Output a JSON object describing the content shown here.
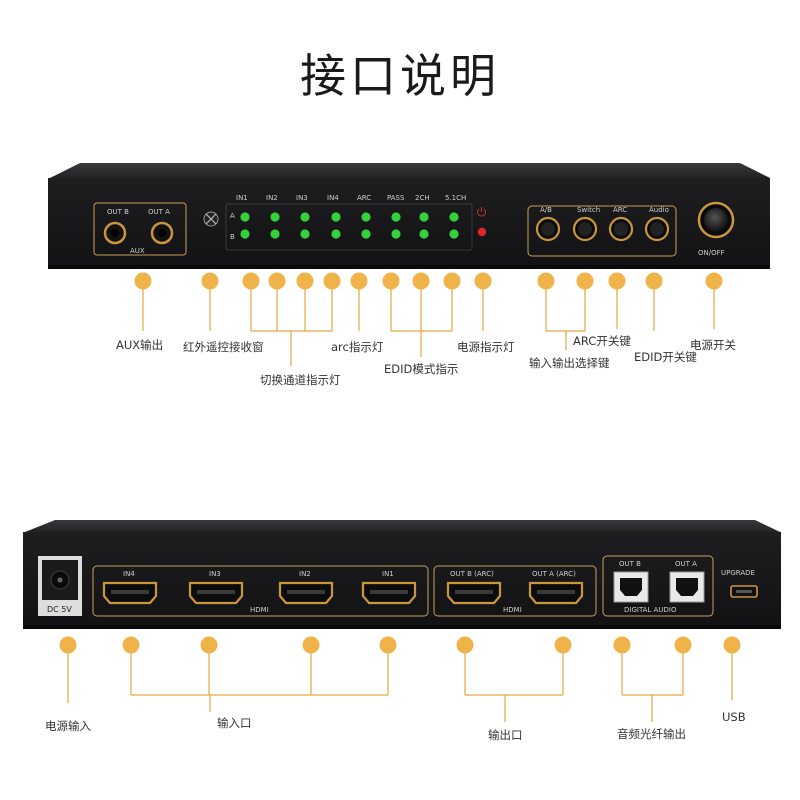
{
  "title": "接口说明",
  "front": {
    "aux": {
      "out_b": "OUT B",
      "out_a": "OUT A",
      "group": "AUX"
    },
    "led_columns": [
      "IN1",
      "IN2",
      "IN3",
      "IN4",
      "ARC",
      "PASS",
      "2CH",
      "5.1CH"
    ],
    "row_a": "A",
    "row_b": "B",
    "buttons": [
      "A/B",
      "Switch",
      "ARC",
      "Audio"
    ],
    "power_label": "ON/OFF",
    "labels": {
      "aux_out": "AUX输出",
      "ir": "红外遥控接收窗",
      "channel_led": "切换通道指示灯",
      "arc_led": "arc指示灯",
      "edid_mode": "EDID模式指示",
      "power_led": "电源指示灯",
      "io_select": "输入输出选择键",
      "arc_key": "ARC开关键",
      "edid_key": "EDID开关键",
      "power_switch": "电源开关"
    }
  },
  "back": {
    "dc": "DC 5V",
    "hdmi_in": [
      "IN4",
      "IN3",
      "IN2",
      "IN1"
    ],
    "hdmi_in_group": "HDMI",
    "hdmi_out": [
      "OUT B (ARC)",
      "OUT A (ARC)"
    ],
    "hdmi_out_group": "HDMI",
    "optical": [
      "OUT B",
      "OUT A"
    ],
    "optical_group": "DIGITAL AUDIO",
    "usb": "UPGRADE",
    "labels": {
      "power_in": "电源输入",
      "input": "输入口",
      "output": "输出口",
      "optical_out": "音频光纤输出",
      "usb": "USB"
    }
  },
  "colors": {
    "dot": "#f0b34a",
    "line": "#e6a640",
    "panel": "#1b1b1d",
    "gold": "#d8a64a",
    "led_green": "#35d13c",
    "led_red": "#e0262a"
  }
}
